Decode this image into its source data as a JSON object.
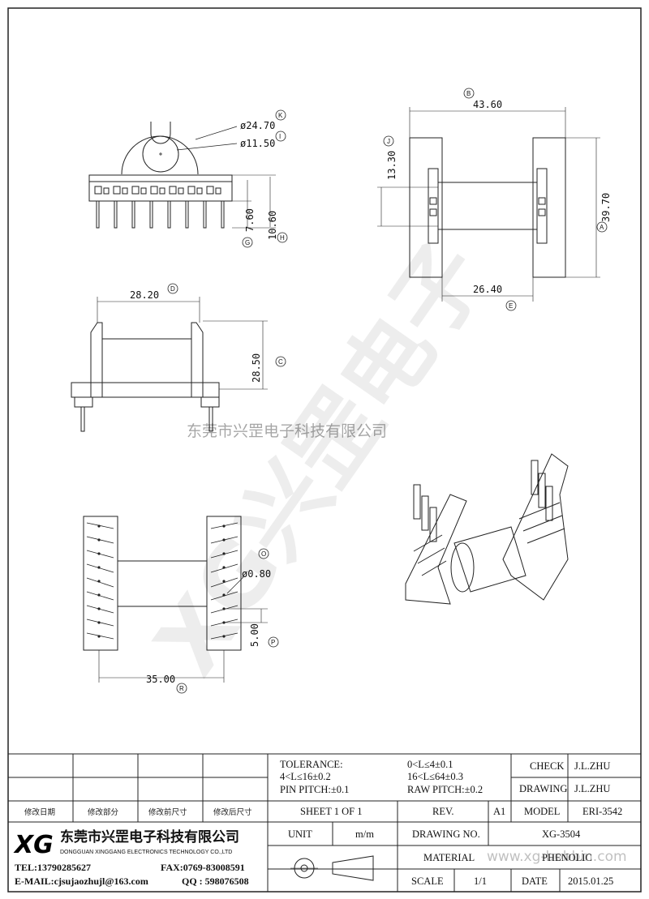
{
  "watermark": {
    "company_line": "东莞市兴罡电子科技有限公司",
    "diagonal_text": "XG兴罡电子",
    "site_text": "www.xg-bobbin.com"
  },
  "dimensions": {
    "d_K": "ø24.70",
    "d_I": "ø11.50",
    "d_G": "7.60",
    "d_H": "10.60",
    "d_B": "43.60",
    "d_J": "13.30",
    "d_A": "39.70",
    "d_E": "26.40",
    "d_D": "28.20",
    "d_C": "28.50",
    "d_O": "ø0.80",
    "d_P": "5.00",
    "d_R": "35.00"
  },
  "callouts": {
    "A": "A",
    "B": "B",
    "C": "C",
    "D": "D",
    "E": "E",
    "G": "G",
    "H": "H",
    "I": "I",
    "J": "J",
    "K": "K",
    "O": "O",
    "P": "P",
    "R": "R"
  },
  "title_block": {
    "tolerance_label": "TOLERANCE:",
    "tol_1": "0<L≤4±0.1",
    "tol_2": "4<L≤16±0.2",
    "tol_3": "16<L≤64±0.3",
    "pin_pitch": "PIN PITCH:±0.1",
    "raw_pitch": "RAW PITCH:±0.2",
    "check_label": "CHECK",
    "check_value": "J.L.ZHU",
    "drawing_label": "DRAWING",
    "drawing_value": "J.L.ZHU",
    "rev_headers": [
      "修改日期",
      "修改部分",
      "修改前尺寸",
      "修改后尺寸"
    ],
    "sheet": "SHEET 1 OF 1",
    "rev_label": "REV.",
    "rev_value": "A1",
    "model_label": "MODEL",
    "model_value": "ERI-3542",
    "unit_label": "UNIT",
    "unit_value": "m/m",
    "drawing_no_label": "DRAWING NO.",
    "drawing_no_value": "XG-3504",
    "material_label": "MATERIAL",
    "material_value": "PHENOLIC",
    "scale_label": "SCALE",
    "scale_value": "1/1",
    "date_label": "DATE",
    "date_value": "2015.01.25"
  },
  "company": {
    "logo_text": "XG",
    "name_cn": "东莞市兴罡电子科技有限公司",
    "name_en": "DONGGUAN XINGGANG ELECTRONICS TECHNOLOGY CO.,LTD",
    "tel": "TEL:13790285627",
    "fax": "FAX:0769-83008591",
    "email": "E-MAIL:cjsujaozhujl@163.com",
    "qq": "QQ : 598076508"
  }
}
